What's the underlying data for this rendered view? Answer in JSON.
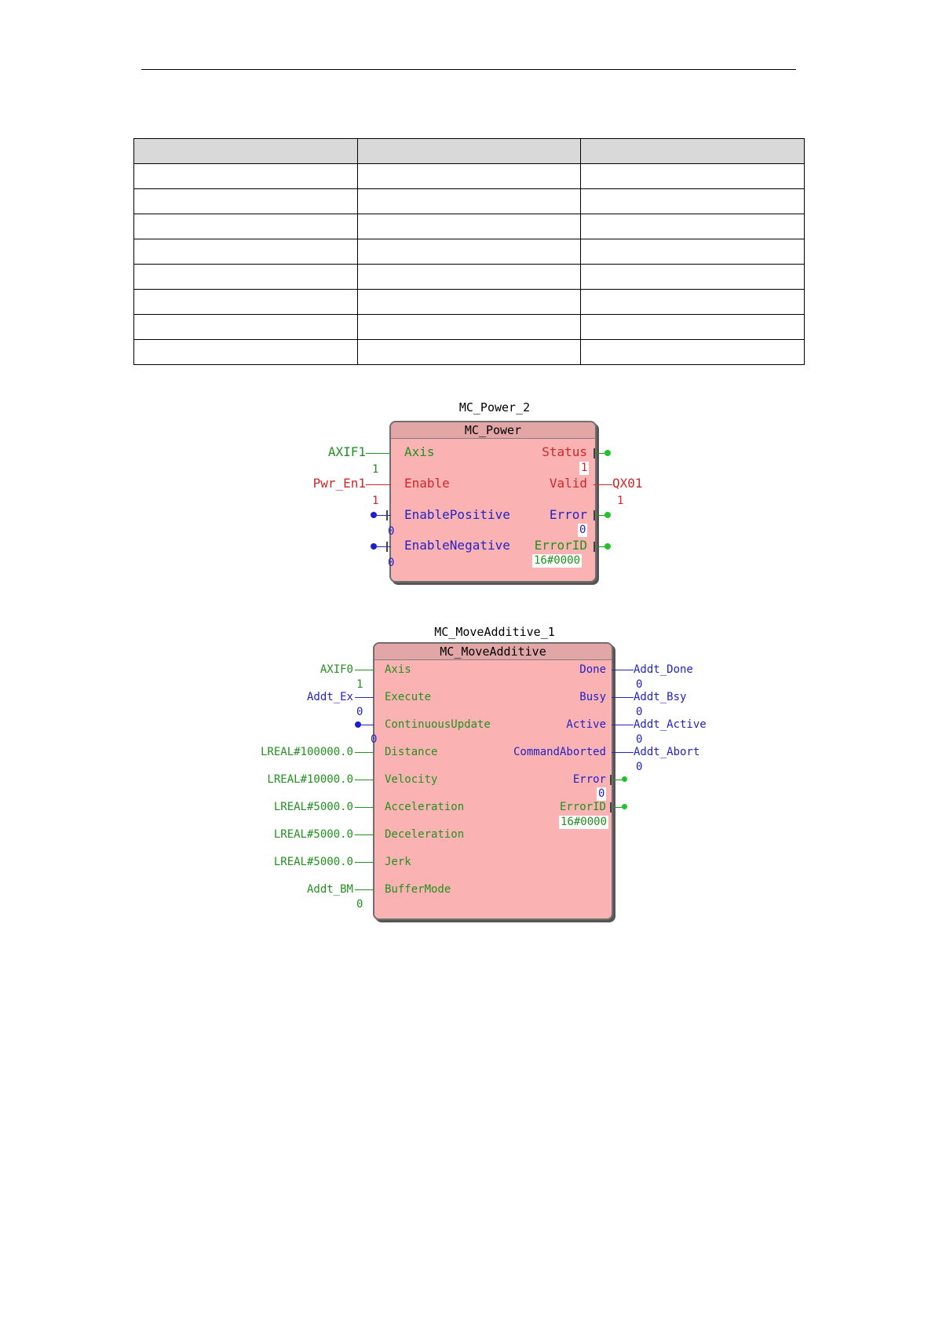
{
  "table": {
    "header": [
      "",
      "",
      ""
    ],
    "rows": [
      [
        "",
        "",
        ""
      ],
      [
        "",
        "",
        ""
      ],
      [
        "",
        "",
        ""
      ],
      [
        "",
        "",
        ""
      ],
      [
        "",
        "",
        ""
      ],
      [
        "",
        "",
        ""
      ],
      [
        "",
        "",
        ""
      ],
      [
        "",
        "",
        ""
      ]
    ]
  },
  "fb1": {
    "instance": "MC_Power_2",
    "type": "MC_Power",
    "inputs": {
      "axis": {
        "label": "Axis",
        "var": "AXIF1"
      },
      "enable": {
        "label": "Enable",
        "var": "Pwr_En1",
        "value": "1",
        "val_above": "1"
      },
      "enable_positive": {
        "label": "EnablePositive",
        "value": "0"
      },
      "enable_negative": {
        "label": "EnableNegative",
        "value": "0"
      }
    },
    "outputs": {
      "status": {
        "label": "Status",
        "value": "1"
      },
      "valid": {
        "label": "Valid",
        "var": "QX01",
        "value": "1"
      },
      "error": {
        "label": "Error",
        "value": "0"
      },
      "error_id": {
        "label": "ErrorID",
        "value": "16#0000"
      }
    }
  },
  "fb2": {
    "instance": "MC_MoveAdditive_1",
    "type": "MC_MoveAdditive",
    "inputs": {
      "axis": {
        "label": "Axis",
        "var": "AXIF0",
        "value": "1"
      },
      "execute": {
        "label": "Execute",
        "var": "Addt_Ex",
        "value": "0"
      },
      "continuous_update": {
        "label": "ContinuousUpdate",
        "value": "0"
      },
      "distance": {
        "label": "Distance",
        "var": "LREAL#100000.0"
      },
      "velocity": {
        "label": "Velocity",
        "var": "LREAL#10000.0"
      },
      "acceleration": {
        "label": "Acceleration",
        "var": "LREAL#5000.0"
      },
      "deceleration": {
        "label": "Deceleration",
        "var": "LREAL#5000.0"
      },
      "jerk": {
        "label": "Jerk",
        "var": "LREAL#5000.0"
      },
      "buffer_mode": {
        "label": "BufferMode",
        "var": "Addt_BM",
        "value": "0"
      }
    },
    "outputs": {
      "done": {
        "label": "Done",
        "var": "Addt_Done",
        "value": "0"
      },
      "busy": {
        "label": "Busy",
        "var": "Addt_Bsy",
        "value": "0"
      },
      "active": {
        "label": "Active",
        "var": "Addt_Active",
        "value": "0"
      },
      "command_aborted": {
        "label": "CommandAborted",
        "var": "Addt_Abort",
        "value": "0"
      },
      "error": {
        "label": "Error",
        "value": "0"
      },
      "error_id": {
        "label": "ErrorID",
        "value": "16#0000"
      }
    }
  },
  "colors": {
    "block_fill": "#fbb2b2",
    "green": "#22911f",
    "red": "#d0262a",
    "blue": "#2323c6"
  }
}
